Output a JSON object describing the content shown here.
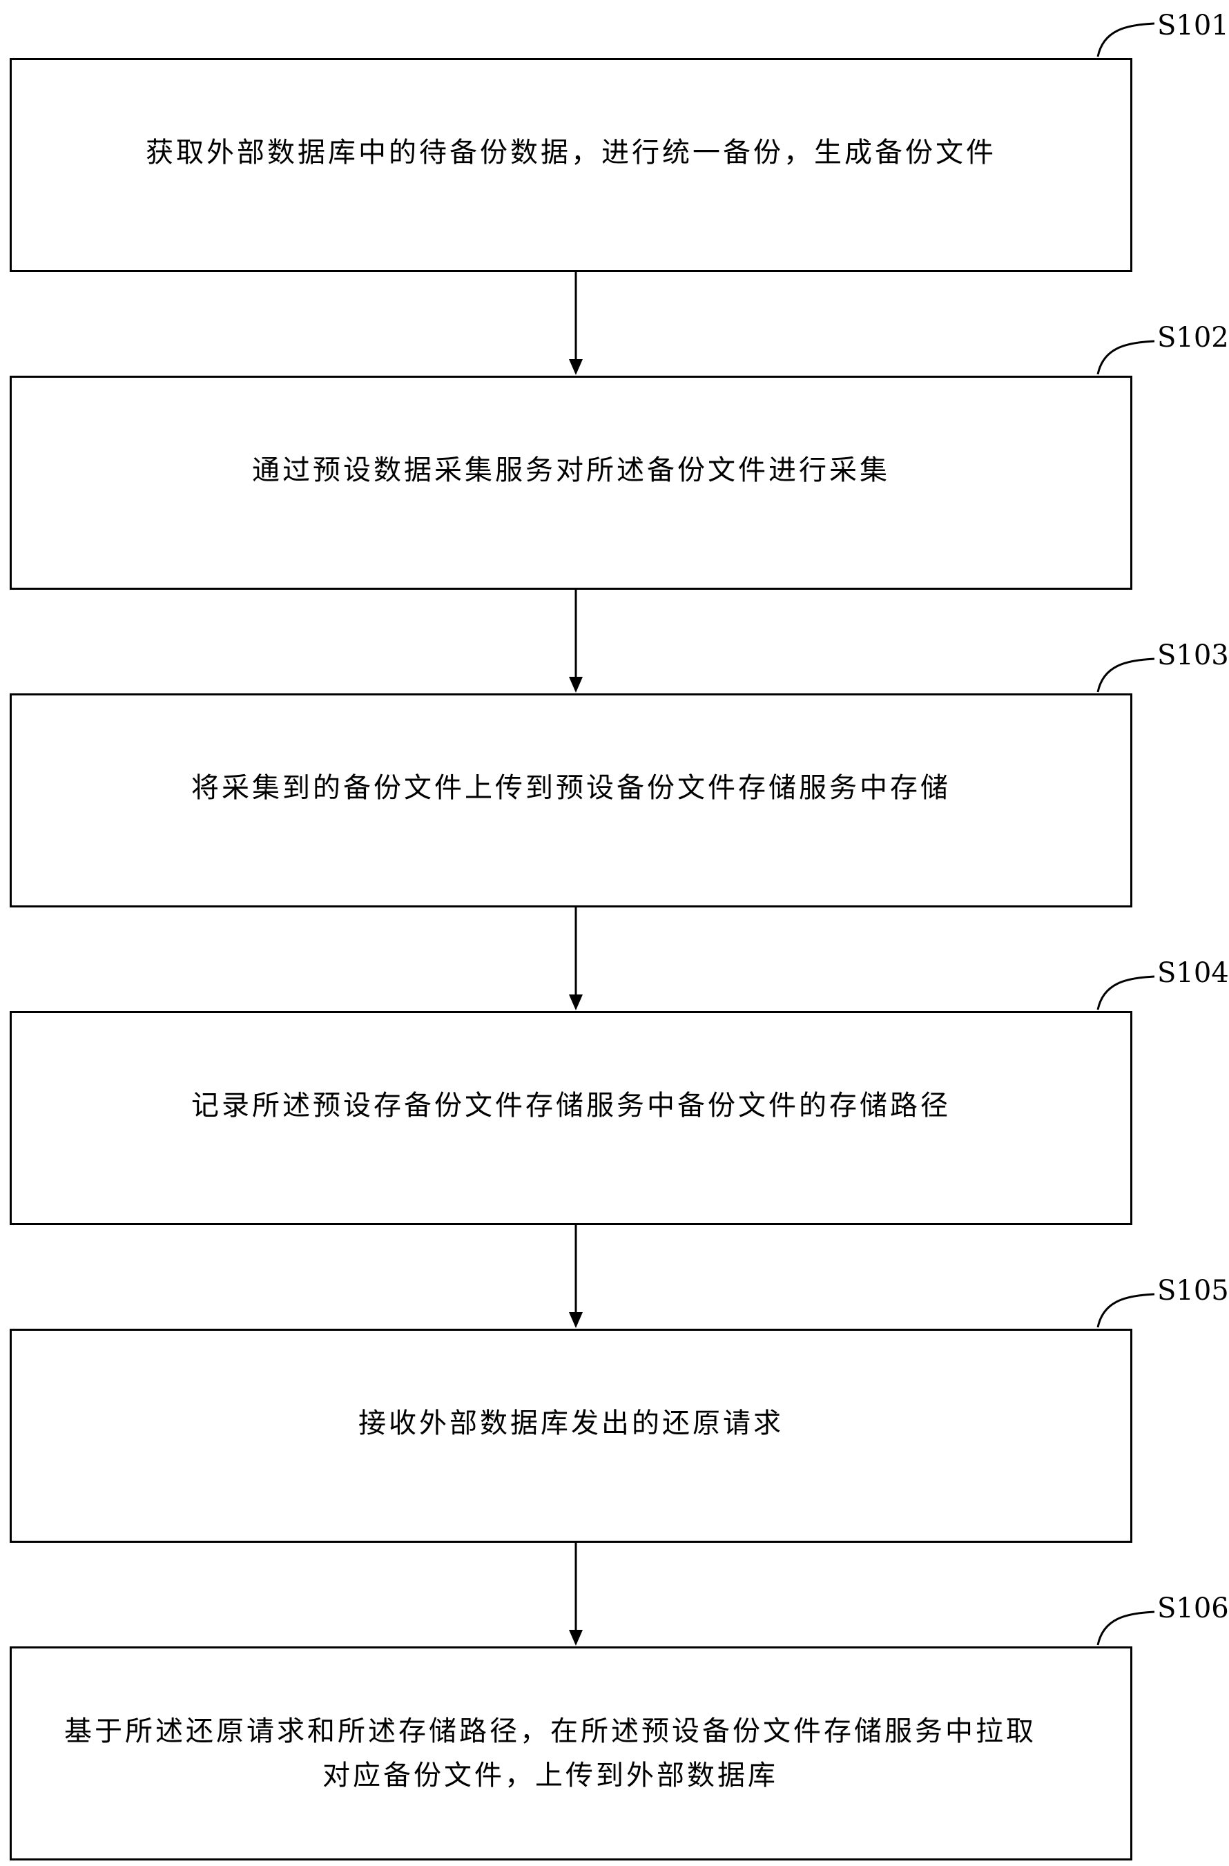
{
  "flowchart": {
    "steps": [
      {
        "id": "S101",
        "text": "获取外部数据库中的待备份数据，进行统一备份，生成备份文件"
      },
      {
        "id": "S102",
        "text": "通过预设数据采集服务对所述备份文件进行采集"
      },
      {
        "id": "S103",
        "text": "将采集到的备份文件上传到预设备份文件存储服务中存储"
      },
      {
        "id": "S104",
        "text": "记录所述预设存备份文件存储服务中备份文件的存储路径"
      },
      {
        "id": "S105",
        "text": "接收外部数据库发出的还原请求"
      },
      {
        "id": "S106",
        "text": "基于所述还原请求和所述存储路径，在所述预设备份文件存储服务中拉取\n对应备份文件，上传到外部数据库"
      }
    ]
  }
}
